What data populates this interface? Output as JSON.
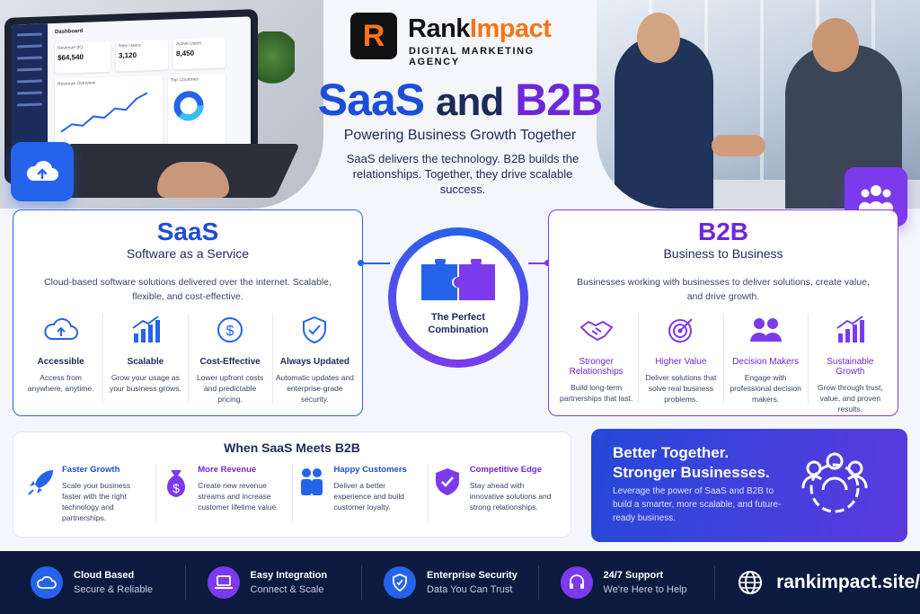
{
  "brand": {
    "name_part1": "Rank",
    "name_part2": "Impact",
    "tagline": "DIGITAL MARKETING AGENCY"
  },
  "headline": {
    "saas": "SaaS",
    "and": "and",
    "b2b": "B2B",
    "subtitle": "Powering Business Growth Together",
    "intro": "SaaS delivers the technology. B2B builds the relationships. Together, they drive scalable success."
  },
  "laptop_dashboard": {
    "title": "Dashboard",
    "cards": [
      {
        "label": "Revenue (K)",
        "value": "$64,540"
      },
      {
        "label": "New Users",
        "value": "3,120"
      },
      {
        "label": "Active Users",
        "value": "8,450"
      }
    ],
    "chart_label": "Revenue Overview",
    "countries_label": "Top Countries"
  },
  "saas_panel": {
    "title": "SaaS",
    "subtitle": "Software as a Service",
    "description": "Cloud-based software solutions delivered over the internet. Scalable, flexible, and cost-effective.",
    "features": [
      {
        "icon": "cloud-upload-icon",
        "title": "Accessible",
        "desc": "Access from anywhere, anytime."
      },
      {
        "icon": "bar-chart-icon",
        "title": "Scalable",
        "desc": "Grow your usage as your business grows."
      },
      {
        "icon": "dollar-icon",
        "title": "Cost-Effective",
        "desc": "Lower upfront costs and predictable pricing."
      },
      {
        "icon": "shield-check-icon",
        "title": "Always Updated",
        "desc": "Automatic updates and enterprise-grade security."
      }
    ]
  },
  "b2b_panel": {
    "title": "B2B",
    "subtitle": "Business to Business",
    "description": "Businesses working with businesses to deliver solutions, create value, and drive growth.",
    "features": [
      {
        "icon": "handshake-icon",
        "title": "Stronger Relationships",
        "desc": "Build long-term partnerships that last."
      },
      {
        "icon": "target-icon",
        "title": "Higher Value",
        "desc": "Deliver solutions that solve real business problems."
      },
      {
        "icon": "people-icon",
        "title": "Decision Makers",
        "desc": "Engage with professional decision makers."
      },
      {
        "icon": "growth-chart-icon",
        "title": "Sustainable Growth",
        "desc": "Grow through trust, value, and proven results."
      }
    ]
  },
  "combination": {
    "label": "The Perfect Combination"
  },
  "meets": {
    "title": "When SaaS Meets B2B",
    "items": [
      {
        "icon": "rocket-icon",
        "title": "Faster Growth",
        "desc": "Scale your business faster with the right technology and partnerships."
      },
      {
        "icon": "money-bag-icon",
        "title": "More Revenue",
        "desc": "Create new revenue streams and increase customer lifetime value."
      },
      {
        "icon": "happy-customers-icon",
        "title": "Happy Customers",
        "desc": "Deliver a better experience and build customer loyalty."
      },
      {
        "icon": "competitive-shield-icon",
        "title": "Competitive Edge",
        "desc": "Stay ahead with innovative solutions and strong relationships."
      }
    ]
  },
  "better": {
    "title": "Better Together. Stronger Businesses.",
    "desc": "Leverage the power of SaaS and B2B to build a smarter, more scalable, and future-ready business."
  },
  "footer": {
    "items": [
      {
        "icon": "cloud-icon",
        "title": "Cloud Based",
        "sub": "Secure & Reliable",
        "color": "#2563eb"
      },
      {
        "icon": "laptop-icon",
        "title": "Easy Integration",
        "sub": "Connect & Scale",
        "color": "#7c3aed"
      },
      {
        "icon": "shield-icon",
        "title": "Enterprise Security",
        "sub": "Data You Can Trust",
        "color": "#2563eb"
      },
      {
        "icon": "headset-icon",
        "title": "24/7 Support",
        "sub": "We're Here to Help",
        "color": "#7c3aed"
      }
    ],
    "website": "rankimpact.site/"
  },
  "colors": {
    "saas_blue": "#1d4ed8",
    "b2b_purple": "#6d28d9",
    "brand_orange": "#f97316",
    "footer_navy": "#0b1a3e"
  }
}
